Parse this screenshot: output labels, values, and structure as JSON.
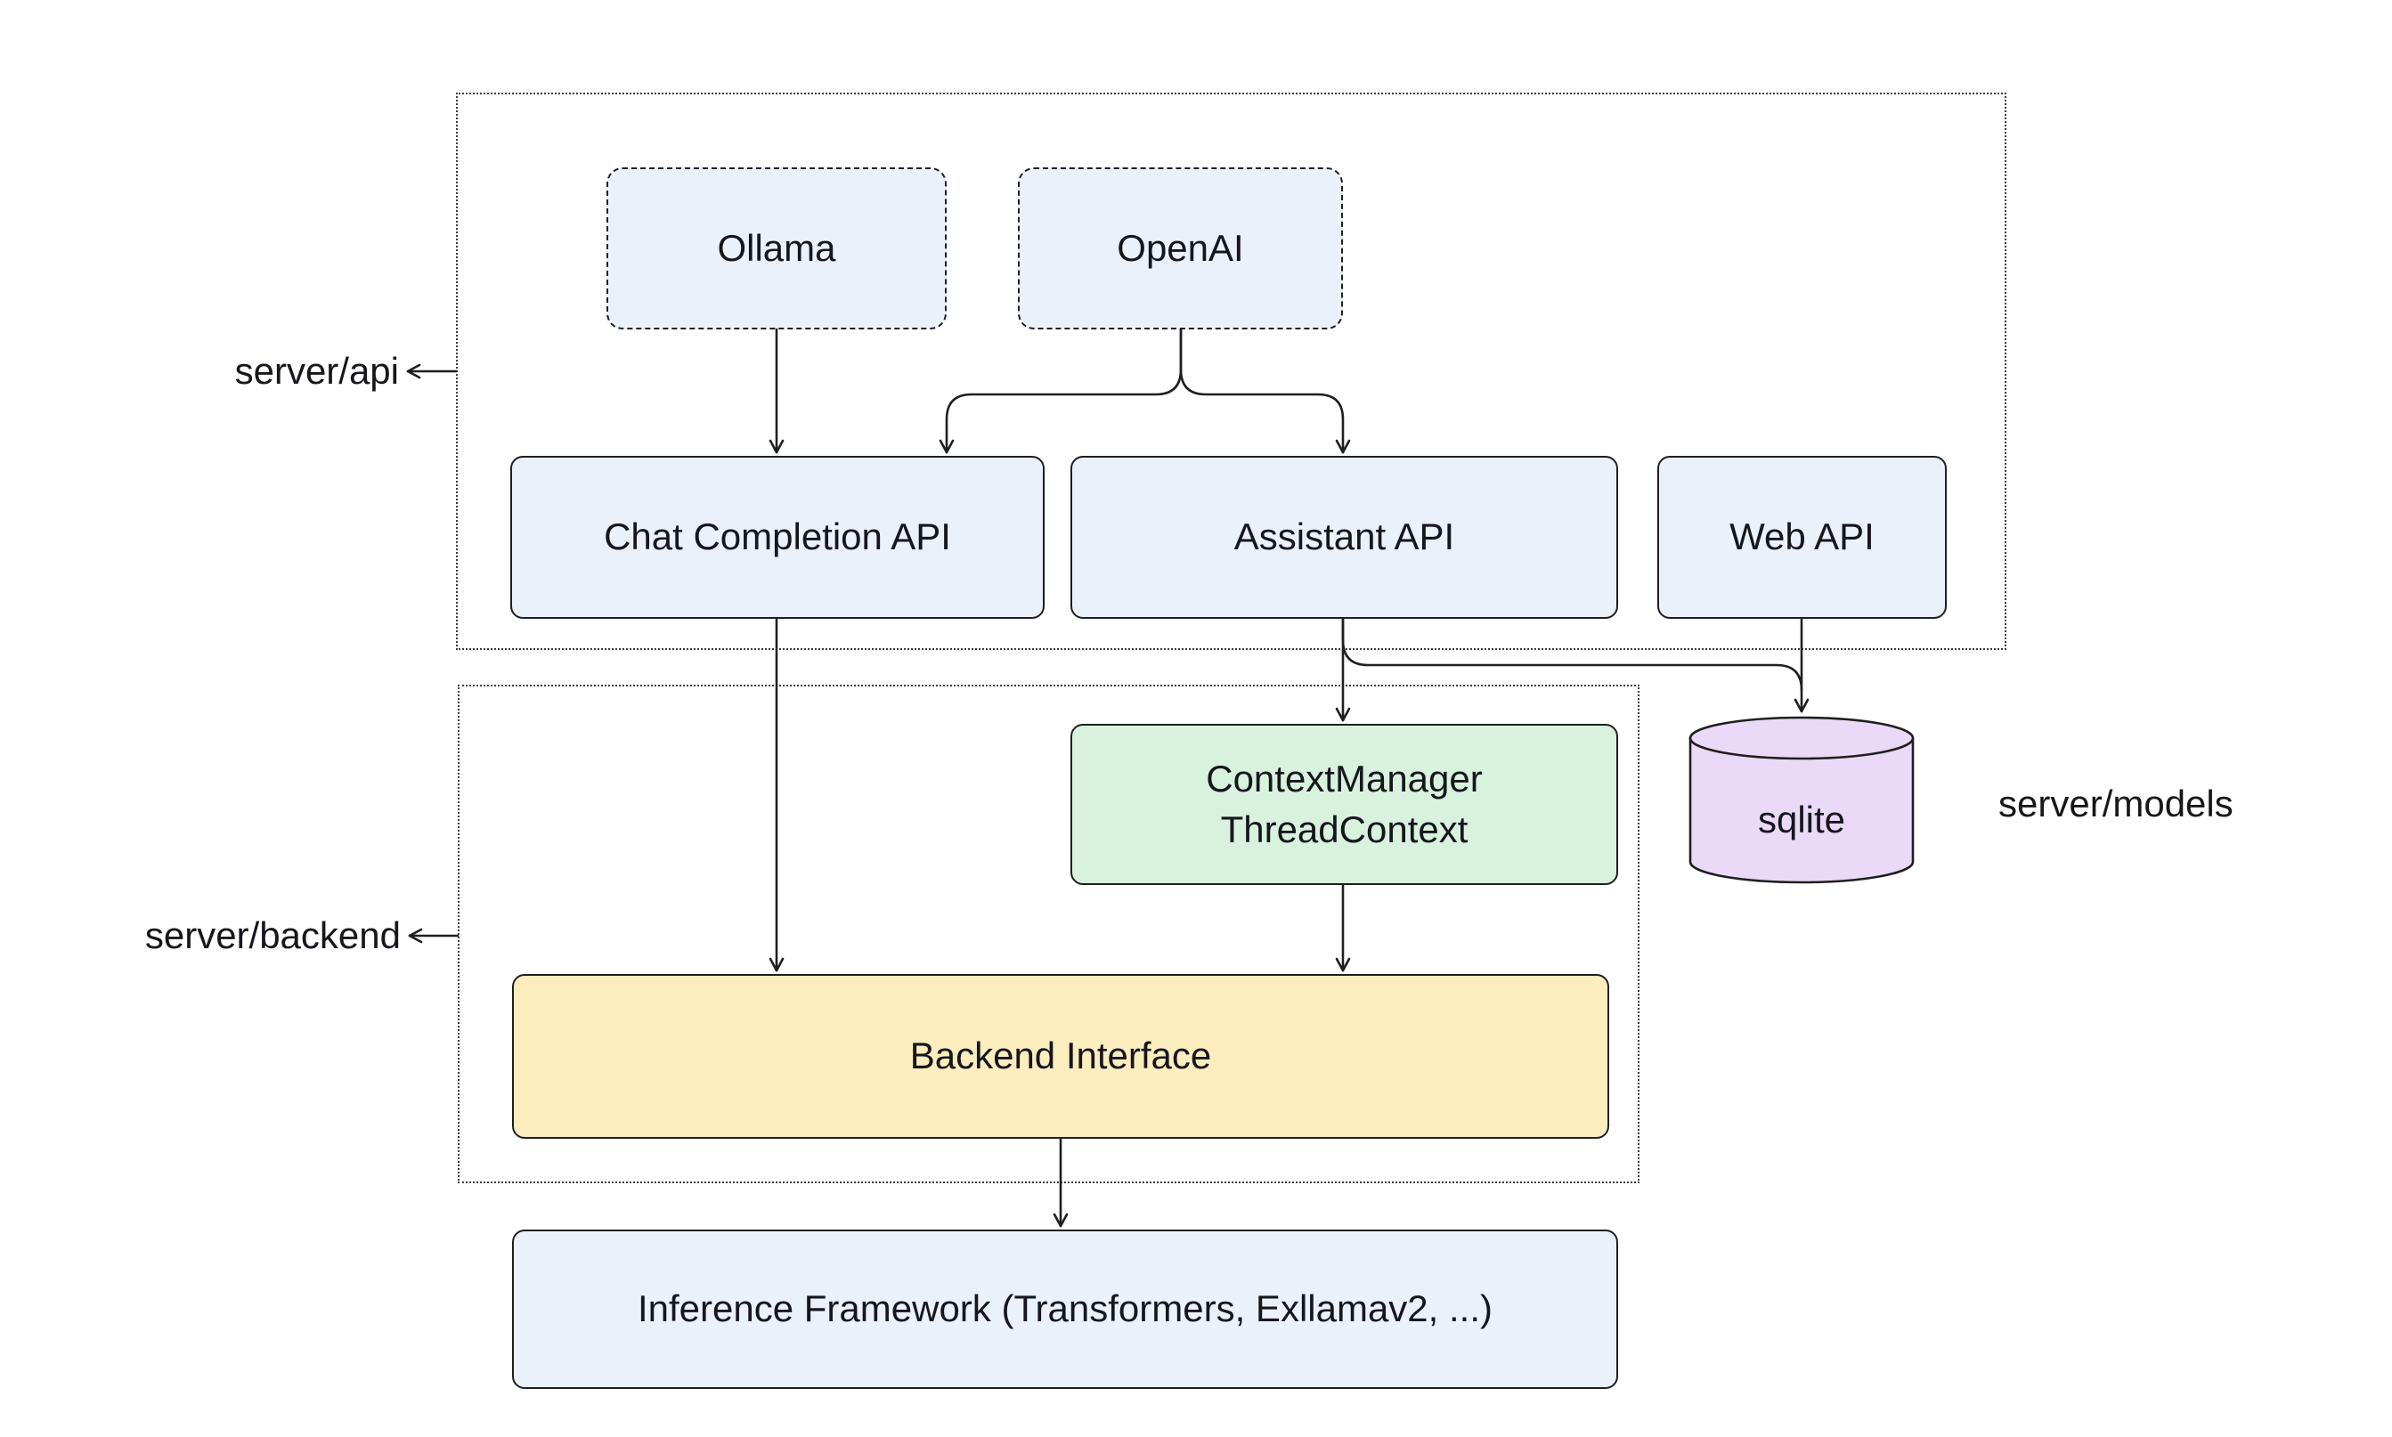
{
  "diagram": {
    "groups": {
      "api": {
        "label": "server/api"
      },
      "backend": {
        "label": "server/backend"
      },
      "models": {
        "label": "server/models"
      }
    },
    "nodes": {
      "ollama": {
        "label": "Ollama"
      },
      "openai": {
        "label": "OpenAI"
      },
      "chat_completion": {
        "label": "Chat Completion API"
      },
      "assistant": {
        "label": "Assistant API"
      },
      "web_api": {
        "label": "Web API"
      },
      "context_manager": {
        "line1": "ContextManager",
        "line2": "ThreadContext"
      },
      "sqlite": {
        "label": "sqlite"
      },
      "backend_interface": {
        "label": "Backend Interface"
      },
      "inference": {
        "label": "Inference Framework (Transformers, Exllamav2, ...)"
      }
    },
    "colors": {
      "node_blue": "#ebf1fb",
      "node_green": "#d8f2dd",
      "node_yellow": "#fcedbe",
      "node_purple": "#ebd9f8",
      "stroke": "#1f1f1f",
      "text": "#16161d"
    }
  }
}
